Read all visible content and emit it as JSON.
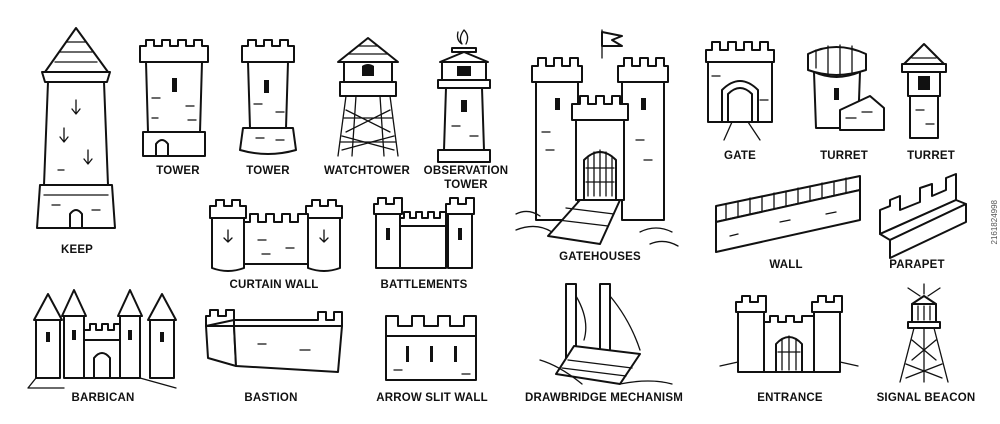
{
  "colors": {
    "ink": "#111111",
    "paper": "#ffffff"
  },
  "side_id": "2161824998",
  "labels": {
    "keep": "KEEP",
    "tower1": "TOWER",
    "tower2": "TOWER",
    "watchtower": "WATCHTOWER",
    "observation_line1": "OBSERVATION",
    "observation_line2": "TOWER",
    "gatehouses": "GATEHOUSES",
    "gate": "GATE",
    "turret1": "TURRET",
    "turret2": "TURRET",
    "curtain_wall": "CURTAIN WALL",
    "battlements": "BATTLEMENTS",
    "wall": "WALL",
    "parapet": "PARAPET",
    "barbican": "BARBICAN",
    "bastion": "BASTION",
    "arrow_slit_wall": "ARROW SLIT WALL",
    "drawbridge_mechanism": "DRAWBRIDGE MECHANISM",
    "entrance": "ENTRANCE",
    "signal_beacon": "SIGNAL BEACON"
  }
}
